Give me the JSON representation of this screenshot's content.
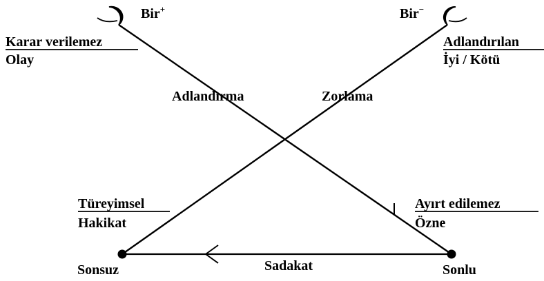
{
  "colors": {
    "ink": "#000000",
    "background": "#ffffff"
  },
  "top_left": {
    "name": "Bir",
    "sign": "+"
  },
  "top_right": {
    "name": "Bir",
    "sign": "−"
  },
  "left_fraction": {
    "numerator": "Karar verilemez",
    "denominator": "Olay"
  },
  "right_fraction": {
    "numerator": "Adlandırılan",
    "denominator": "İyi / Kötü"
  },
  "crossing": {
    "left_label": "Adlandırma",
    "right_label": "Zorlama"
  },
  "lower_left_fraction": {
    "numerator": "Türeyimsel",
    "denominator": "Hakikat"
  },
  "lower_right_fraction": {
    "numerator": "Ayırt edilemez",
    "denominator": "Özne"
  },
  "bottom": {
    "left_node": "Sonsuz",
    "right_node": "Sonlu",
    "edge_label": "Sadakat"
  }
}
